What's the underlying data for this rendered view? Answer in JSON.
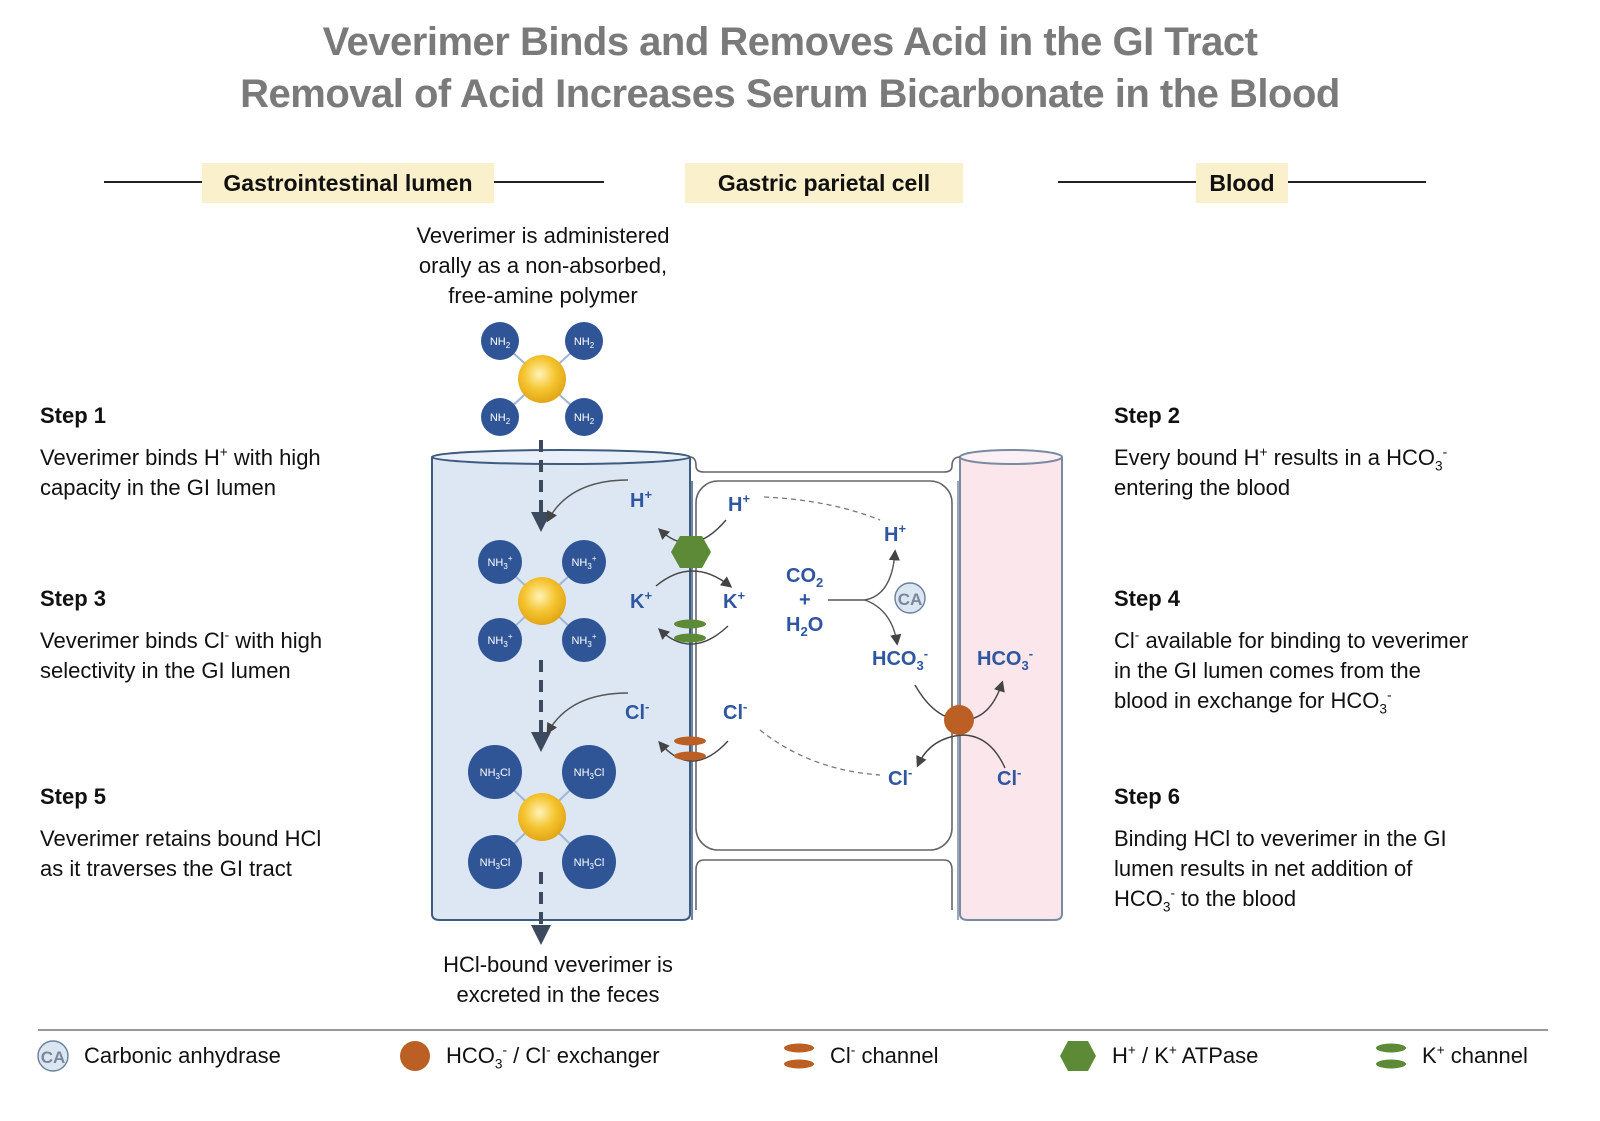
{
  "title": {
    "line1": "Veverimer Binds and Removes Acid in the GI Tract",
    "line2": "Removal of Acid Increases Serum Bicarbonate in the Blood"
  },
  "headers": {
    "lumen": "Gastrointestinal lumen",
    "cell": "Gastric parietal cell",
    "blood": "Blood"
  },
  "top_caption": [
    "Veverimer is administered",
    "orally as a non-absorbed,",
    "free-amine polymer"
  ],
  "bottom_caption": [
    "HCl-bound veverimer is",
    "excreted in the feces"
  ],
  "steps": {
    "left": [
      {
        "title": "Step 1",
        "line1_pre": "Veverimer binds H",
        "line1_sup": "+",
        "line1_post": " with high",
        "line2": "capacity in the GI lumen"
      },
      {
        "title": "Step 3",
        "line1_pre": "Veverimer binds Cl",
        "line1_sup": "-",
        "line1_post": " with high",
        "line2": "selectivity in the GI lumen"
      },
      {
        "title": "Step 5",
        "line1": "Veverimer retains bound HCl",
        "line2": "as it traverses the GI tract"
      }
    ],
    "right": [
      {
        "title": "Step 2",
        "line1_pre": "Every bound H",
        "line1_sup": "+",
        "line1_mid": " results in a HCO",
        "line1_sub": "3",
        "line1_sup2": "-",
        "line2": "entering the blood"
      },
      {
        "title": "Step 4",
        "line1_pre": "Cl",
        "line1_sup": "-",
        "line1_post": " available for binding to veverimer",
        "line2": "in the GI lumen comes from the",
        "line3_pre": "blood in exchange for HCO",
        "line3_sub": "3",
        "line3_sup": "-"
      },
      {
        "title": "Step 6",
        "line1": "Binding HCl to veverimer in the GI",
        "line2": "lumen results in net addition of",
        "line3_pre": "HCO",
        "line3_sub": "3",
        "line3_sup": "-",
        "line3_post": " to the blood"
      }
    ]
  },
  "polymer_groups": {
    "free": "NH2",
    "protonated": "NH3+",
    "chloride": "NH3Cl"
  },
  "ions": {
    "h_plus": "H+",
    "k_plus": "K+",
    "cl_minus": "Cl-",
    "hco3_minus": "HCO3-",
    "co2": "CO2",
    "plus": "+",
    "h2o": "H2O",
    "ca": "CA"
  },
  "legend": [
    {
      "icon": "carbonic-anhydrase-icon",
      "label_pre": "Carbonic anhydrase",
      "symbol": "CA"
    },
    {
      "icon": "exchanger-icon",
      "label_pre": "HCO",
      "label_sub": "3",
      "label_sup": "-",
      "label_post": " / Cl",
      "label_sup2": "-",
      "label_end": " exchanger"
    },
    {
      "icon": "cl-channel-icon",
      "label_pre": "Cl",
      "label_sup": "-",
      "label_post": " channel"
    },
    {
      "icon": "atpase-icon",
      "label_pre": "H",
      "label_sup": "+",
      "label_post": " / K",
      "label_sup2": "+",
      "label_end": " ATPase"
    },
    {
      "icon": "k-channel-icon",
      "label_pre": "K",
      "label_sup": "+",
      "label_post": " channel"
    }
  ],
  "colors": {
    "title_gray": "#7a7a7a",
    "header_bg": "#fbf0cc",
    "lumen_fill": "#dde7f4",
    "blood_fill": "#fbe6ec",
    "bead_blue": "#2f5597",
    "ion_blue": "#2f56a0",
    "core_gold": "#f2b824",
    "atpase_green": "#5c8a36",
    "exchanger_orange": "#bb5f24"
  }
}
